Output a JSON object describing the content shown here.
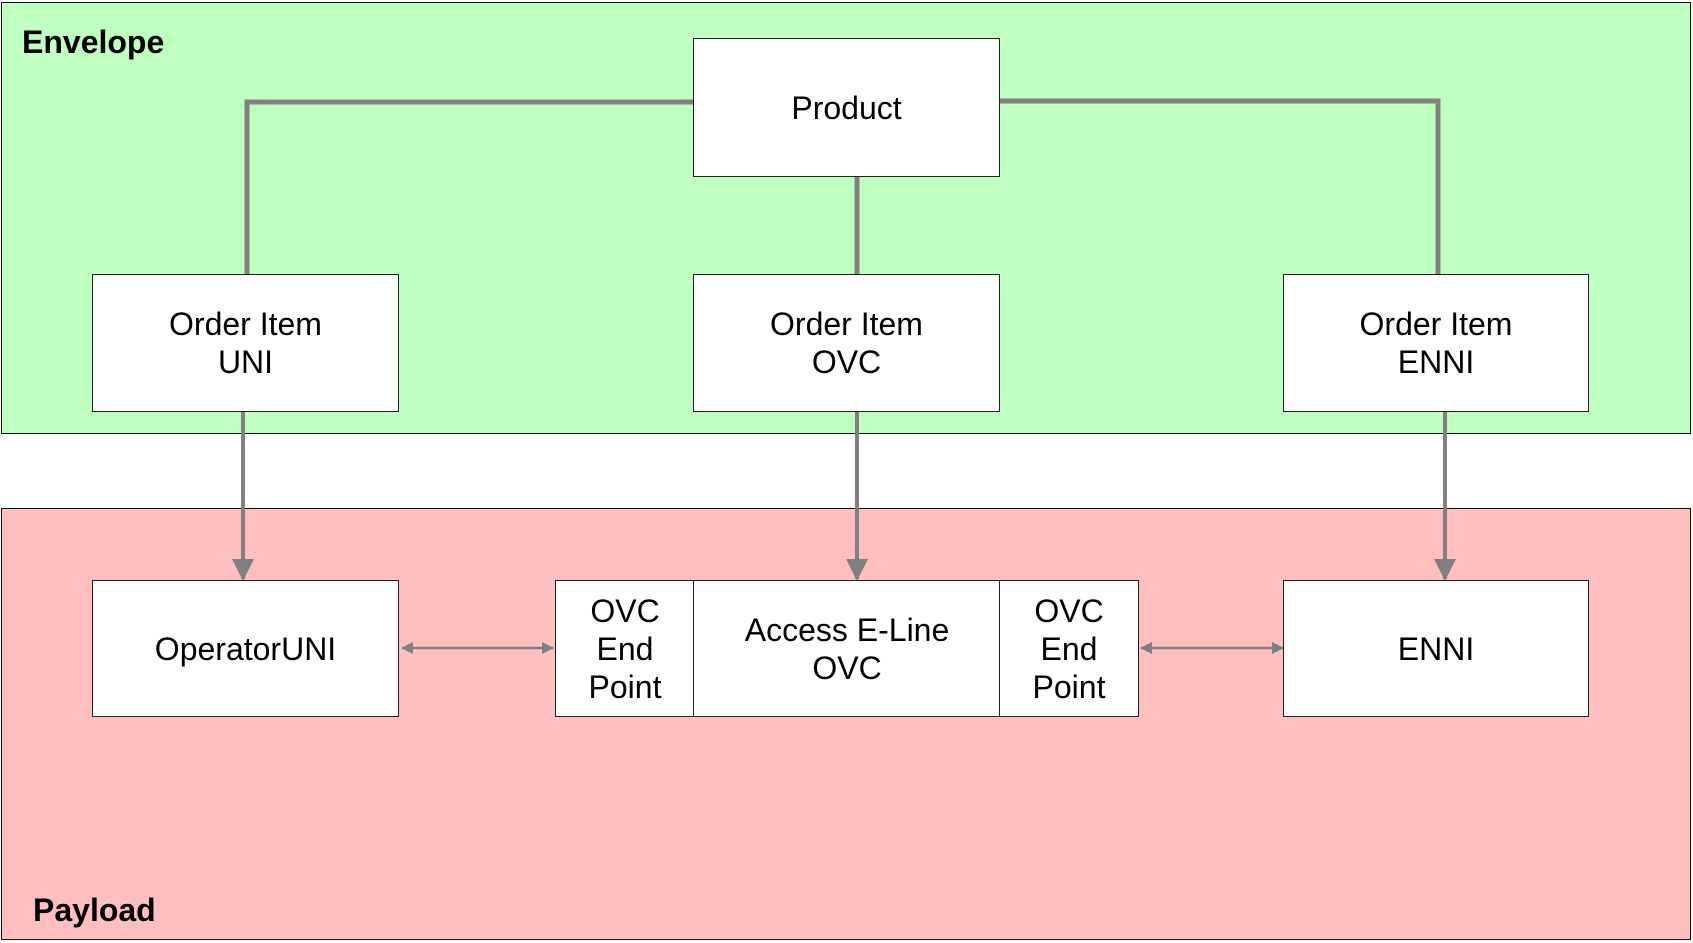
{
  "colors": {
    "envelope_fill": "#bfffbf",
    "payload_fill": "#ffbfbf",
    "connector": "#808080"
  },
  "regions": {
    "envelope_label": "Envelope",
    "payload_label": "Payload"
  },
  "nodes": {
    "product": "Product",
    "order_item_uni": "Order Item\nUNI",
    "order_item_ovc": "Order Item\nOVC",
    "order_item_enni": "Order Item\nENNI",
    "operator_uni": "OperatorUNI",
    "ovc_end_point_left": "OVC\nEnd\nPoint",
    "access_eline_ovc": "Access E-Line\nOVC",
    "ovc_end_point_right": "OVC\nEnd\nPoint",
    "enni": "ENNI"
  }
}
